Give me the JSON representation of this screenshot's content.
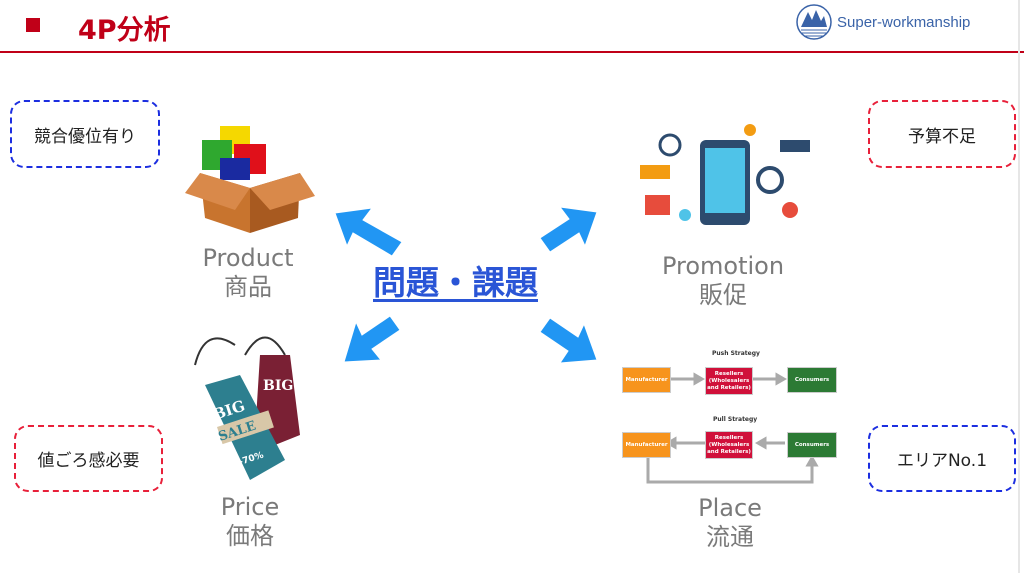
{
  "header": {
    "title": "4P分析",
    "logo_text": "Super-workmanship"
  },
  "center": "問題・課題",
  "notes": {
    "product": "競合優位有り",
    "promotion": "予算不足",
    "price": "値ごろ感必要",
    "place": "エリアNo.1"
  },
  "labels": {
    "product": {
      "en": "Product",
      "ja": "商品"
    },
    "promotion": {
      "en": "Promotion",
      "ja": "販促"
    },
    "price": {
      "en": "Price",
      "ja": "価格"
    },
    "place": {
      "en": "Place",
      "ja": "流通"
    }
  },
  "price_tags": {
    "big": "BIG",
    "sale": "SALE",
    "discount": "-70%"
  },
  "place_diagram": {
    "push_title": "Push Strategy",
    "pull_title": "Pull Strategy",
    "manufacturer": "Manufacturer",
    "resellers": "Resellers (Wholesalers and Retailers)",
    "consumers": "Consumers"
  },
  "colors": {
    "accent": "#c00018",
    "center": "#2a55d6",
    "arrow": "#2196f3"
  }
}
